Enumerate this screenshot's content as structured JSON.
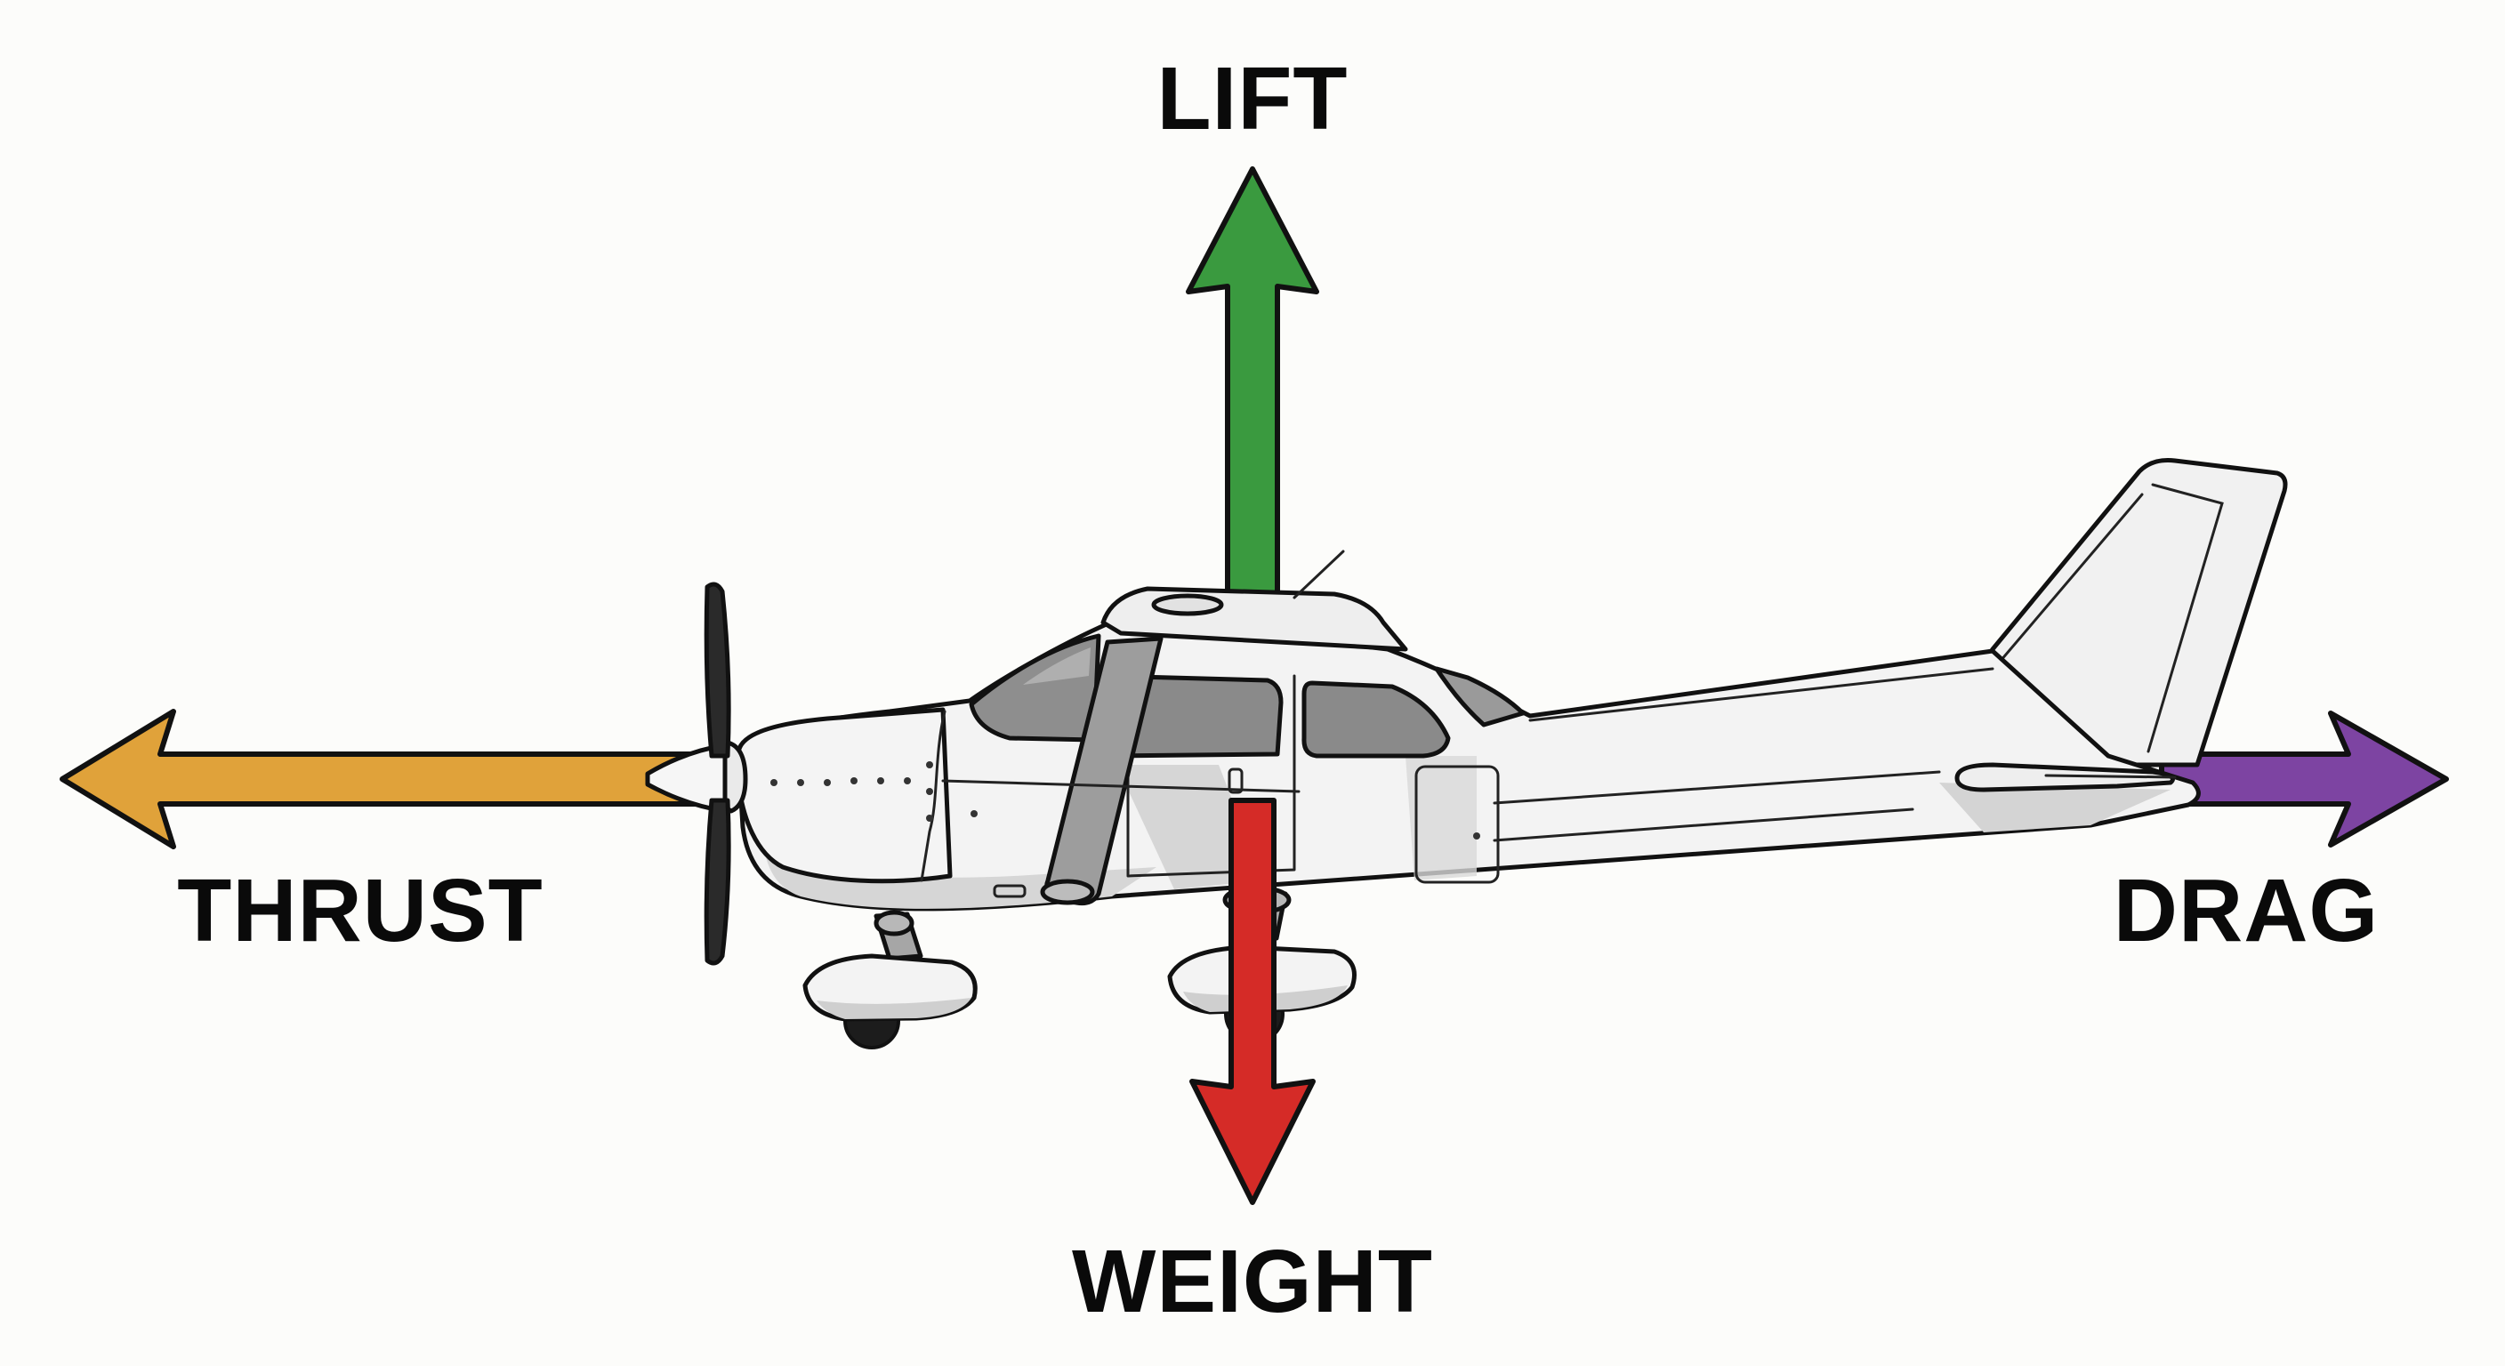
{
  "forces": {
    "lift": {
      "label": "LIFT",
      "color": "#3a9a3f"
    },
    "weight": {
      "label": "WEIGHT",
      "color": "#d52b27"
    },
    "thrust": {
      "label": "THRUST",
      "color": "#e0a23a"
    },
    "drag": {
      "label": "DRAG",
      "color": "#7d44a2"
    }
  },
  "colors": {
    "background": "#fcfcfa",
    "outline": "#111111",
    "fuselage": "#f2f2f2",
    "window": "#8d8d8d",
    "shadow": "#c8c8c8"
  },
  "aircraft": {
    "type": "high-wing single-engine airplane",
    "view": "side"
  }
}
